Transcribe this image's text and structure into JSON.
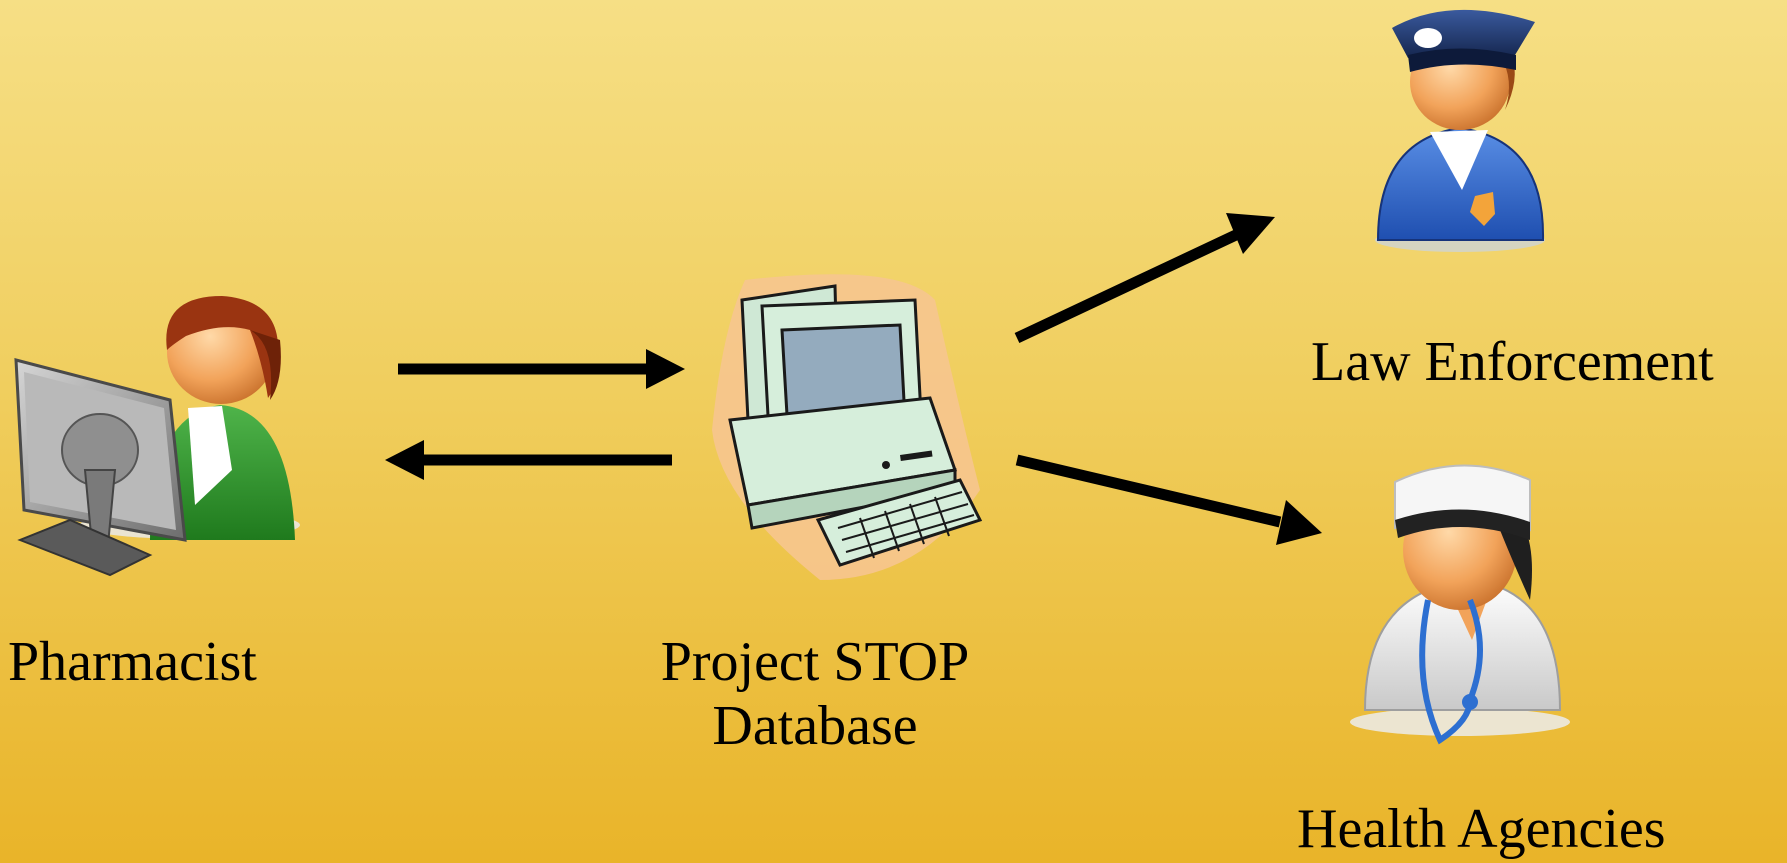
{
  "nodes": {
    "pharmacist": {
      "label": "Pharmacist",
      "icon": "pharmacist-at-computer-icon"
    },
    "database": {
      "label_line1": "Project STOP",
      "label_line2": "Database",
      "icon": "desktop-computer-icon"
    },
    "law_enforcement": {
      "label": "Law Enforcement",
      "icon": "police-officer-icon"
    },
    "health_agencies": {
      "label": "Health Agencies",
      "icon": "doctor-icon"
    }
  },
  "edges": [
    {
      "from": "pharmacist",
      "to": "database"
    },
    {
      "from": "database",
      "to": "pharmacist"
    },
    {
      "from": "database",
      "to": "law_enforcement"
    },
    {
      "from": "database",
      "to": "health_agencies"
    }
  ],
  "colors": {
    "background_top": "#f6df85",
    "background_bottom": "#e9b429",
    "arrow": "#000000",
    "text": "#000000"
  }
}
